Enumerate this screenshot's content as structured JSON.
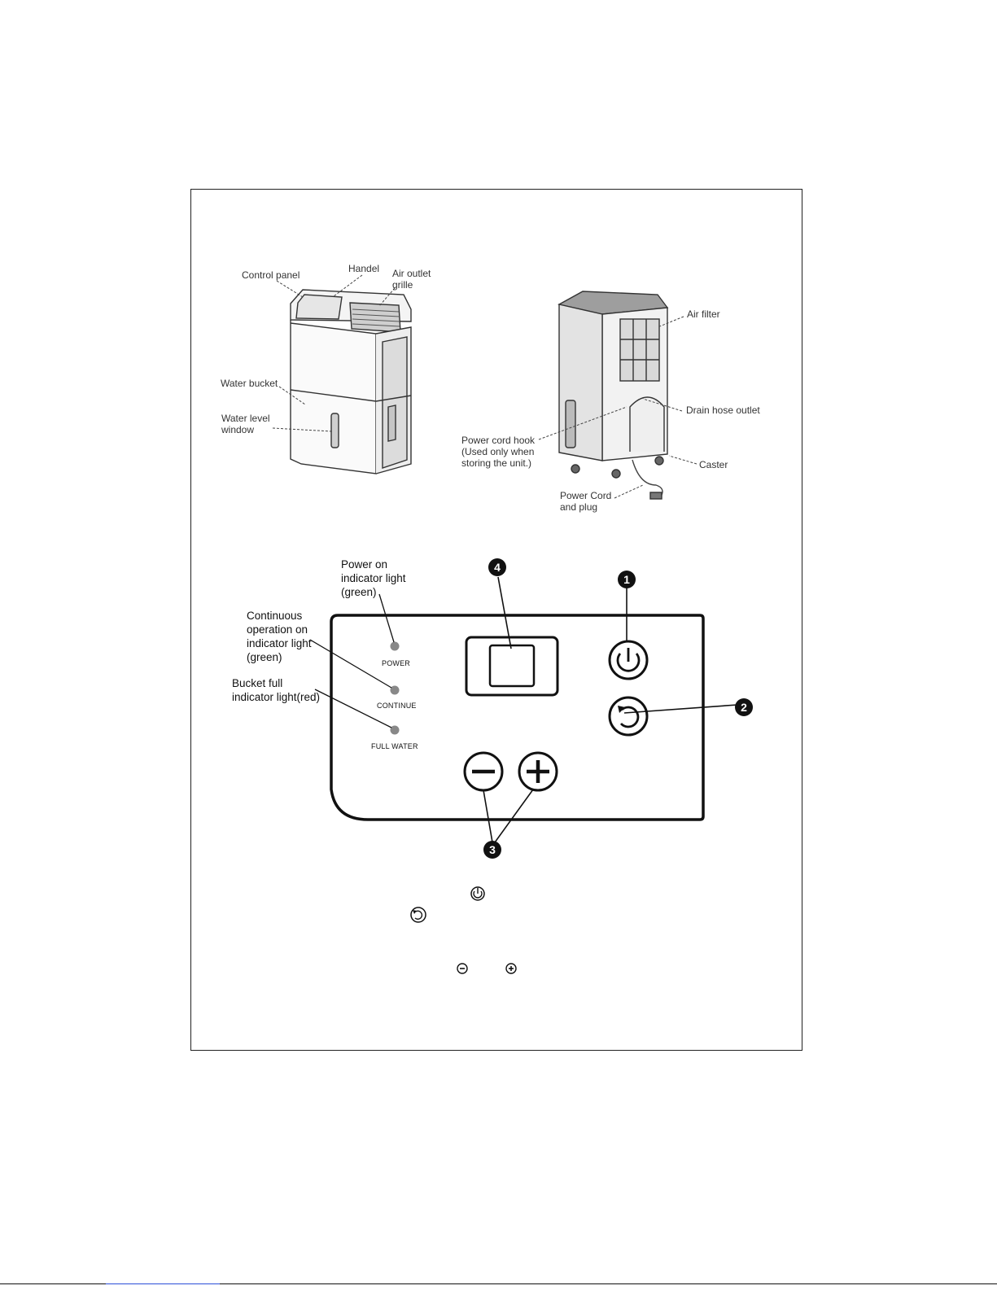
{
  "front_unit": {
    "control_panel": "Control panel",
    "handel": "Handel",
    "air_outlet_line1": "Air outlet",
    "air_outlet_line2": "grille",
    "water_bucket": "Water bucket",
    "water_level_line1": "Water level",
    "water_level_line2": "window"
  },
  "rear_unit": {
    "air_filter": "Air filter",
    "drain_hose": "Drain hose outlet",
    "power_cord_hook_line1": "Power cord hook",
    "power_cord_hook_line2": "(Used only when",
    "power_cord_hook_line3": "storing the unit.)",
    "caster": "Caster",
    "power_cord_line1": "Power Cord",
    "power_cord_line2": "and plug"
  },
  "panel": {
    "power_light_line1": "Power on",
    "power_light_line2": "indicator light",
    "power_light_line3": "(green)",
    "continuous_line1": "Continuous",
    "continuous_line2": "operation on",
    "continuous_line3": "indicator light",
    "continuous_line4": "(green)",
    "bucket_line1": "Bucket full",
    "bucket_line2": "indicator light(red)",
    "power_text": "POWER",
    "continue_text": "CONTINUE",
    "full_water_text": "FULL WATER",
    "badge_1": "1",
    "badge_2": "2",
    "badge_3": "3",
    "badge_4": "4"
  },
  "icons": {
    "power": "power-icon",
    "continue": "continue-icon",
    "minus": "minus-icon",
    "plus": "plus-icon"
  },
  "colors": {
    "indicator": "#888888",
    "badge": "#111111",
    "footer_link": "#2b4ed8"
  }
}
